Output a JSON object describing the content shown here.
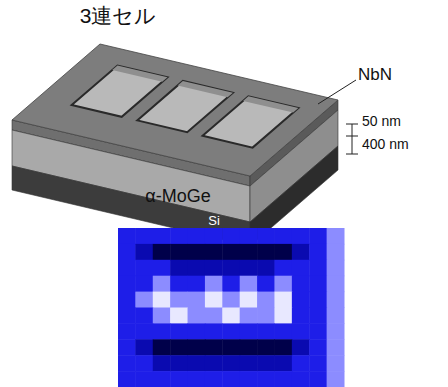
{
  "diagram": {
    "title": "3連セル",
    "labels": [
      "NbN",
      "50 nm",
      "400 nm",
      "α-MoGe",
      "Si"
    ]
  }
}
